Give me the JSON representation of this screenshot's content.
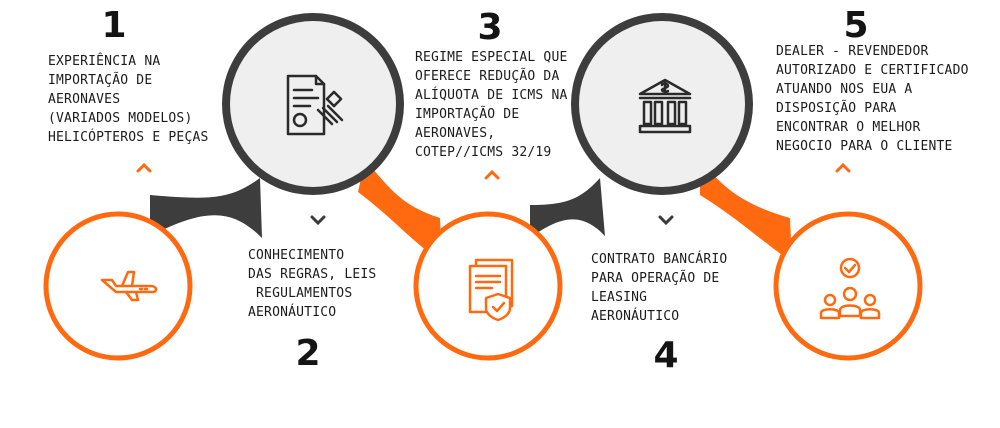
{
  "colors": {
    "accent": "#ff6a10",
    "connector_dark": "#3d3d3d",
    "circle_fill": "#ffffff",
    "circle_ring_dark": "#efefef"
  },
  "steps": [
    {
      "number": "1",
      "text": "EXPERIÊNCIA NA\nIMPORTAÇÃO DE\nAERONAVES\n(VARIADOS MODELOS)\nHELICÓPTEROS E PEÇAS",
      "icon": "airplane-icon"
    },
    {
      "number": "2",
      "text": "CONHECIMENTO\nDAS REGRAS, LEIS\n REGULAMENTOS\nAERONÁUTICO",
      "icon": "document-stamp-icon"
    },
    {
      "number": "3",
      "text": "REGIME ESPECIAL QUE\nOFERECE REDUÇÃO DA\nALÍQUOTA DE ICMS NA\nIMPORTAÇÃO DE\nAERONAVES,\nCOTEP//ICMS 32/19",
      "icon": "secure-documents-icon"
    },
    {
      "number": "4",
      "text": "CONTRATO BANCÁRIO\nPARA OPERAÇÃO DE\nLEASING\nAERONÁUTICO",
      "icon": "bank-icon"
    },
    {
      "number": "5",
      "text": "DEALER - REVENDEDOR\nAUTORIZADO E CERTIFICADO\nATUANDO NOS EUA A\nDISPOSIÇÃO PARA\nENCONTRAR O MELHOR\nNEGOCIO PARA O CLIENTE",
      "icon": "team-check-icon"
    }
  ]
}
